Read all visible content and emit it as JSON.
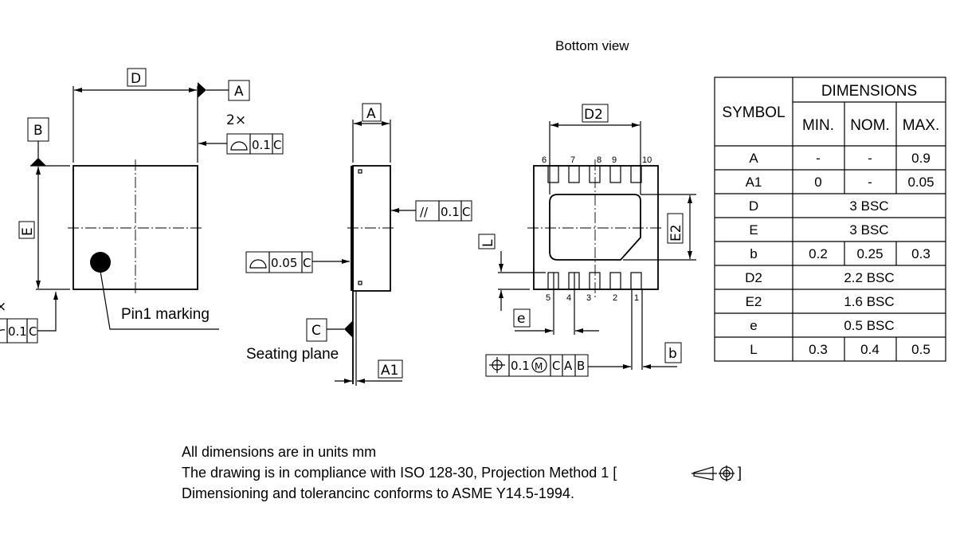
{
  "title": "Bottom view",
  "top_view": {
    "dim_d": "D",
    "dim_e": "E",
    "datum_a": "A",
    "datum_b": "B",
    "multiplier": "2×",
    "multiplier_left": "×",
    "fcf_right": {
      "value": "0.1",
      "datum": "C"
    },
    "fcf_left": {
      "value": "0.1",
      "datum": "C"
    },
    "pin1_label": "Pin1 marking"
  },
  "side_view": {
    "dim_a": "A",
    "dim_a1": "A1",
    "datum_c": "C",
    "seating_plane": "Seating plane",
    "fcf_parallel": {
      "symbol": "//",
      "value": "0.1",
      "datum": "C"
    },
    "fcf_flatness": {
      "value": "0.05",
      "datum": "C"
    }
  },
  "bottom_view": {
    "dim_d2": "D2",
    "dim_e2": "E2",
    "dim_l": "L",
    "dim_e": "e",
    "dim_b": "b",
    "pins_top": [
      "6",
      "7",
      "8",
      "9",
      "10"
    ],
    "pins_bottom": [
      "5",
      "4",
      "3",
      "2",
      "1"
    ],
    "fcf_position": {
      "value": "0.1",
      "modifier": "M",
      "datums": [
        "C",
        "A",
        "B"
      ]
    }
  },
  "table": {
    "header_symbol": "SYMBOL",
    "header_dimensions": "DIMENSIONS",
    "col_min": "MIN.",
    "col_nom": "NOM.",
    "col_max": "MAX.",
    "rows": [
      {
        "symbol": "A",
        "min": "-",
        "nom": "-",
        "max": "0.9"
      },
      {
        "symbol": "A1",
        "min": "0",
        "nom": "-",
        "max": "0.05"
      },
      {
        "symbol": "D",
        "span": "3 BSC"
      },
      {
        "symbol": "E",
        "span": "3 BSC"
      },
      {
        "symbol": "b",
        "min": "0.2",
        "nom": "0.25",
        "max": "0.3"
      },
      {
        "symbol": "D2",
        "span": "2.2 BSC"
      },
      {
        "symbol": "E2",
        "span": "1.6 BSC"
      },
      {
        "symbol": "e",
        "span": "0.5 BSC"
      },
      {
        "symbol": "L",
        "min": "0.3",
        "nom": "0.4",
        "max": "0.5"
      }
    ]
  },
  "notes": [
    "All dimensions are in units mm",
    "The drawing is in compliance with ISO 128-30, Projection Method 1 [",
    "]",
    "Dimensioning and tolerancinc conforms to ASME Y14.5-1994."
  ]
}
